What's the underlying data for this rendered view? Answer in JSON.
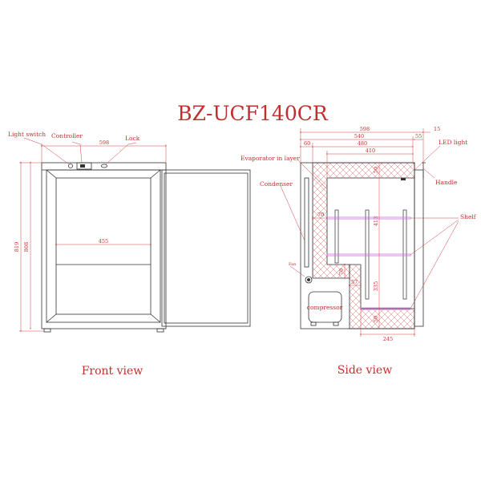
{
  "title": "BZ-UCF140CR",
  "front_view": {
    "caption": "Front view",
    "labels": {
      "light_switch": "Light switch",
      "controller": "Controller",
      "lock": "Lock"
    },
    "dims": {
      "width": "598",
      "height_total": "819",
      "height_body": "808",
      "inner_width": "455"
    }
  },
  "side_view": {
    "caption": "Side view",
    "labels": {
      "evaporator": "Evaporator in layer",
      "condenser": "Condenser",
      "fan": "Fan",
      "compressor": "compressor",
      "led_light": "LED light",
      "handle": "Handle",
      "shelf": "Shelf"
    },
    "dims": {
      "depth_total": "598",
      "handle_depth": "15",
      "body_depth": "540",
      "door_depth": "55",
      "back_wall": "60",
      "inner_depth": "480",
      "cavity_depth": "410",
      "top_insulation": "50",
      "upper_height": "413",
      "wall_thick": "70",
      "step_height": "70",
      "step_wall": "57",
      "lower_height": "335",
      "bottom_insulation": "50",
      "lower_depth": "245"
    }
  },
  "colors": {
    "annotation": "#c0302e",
    "outline": "#333333",
    "shelf": "#d070e0"
  }
}
